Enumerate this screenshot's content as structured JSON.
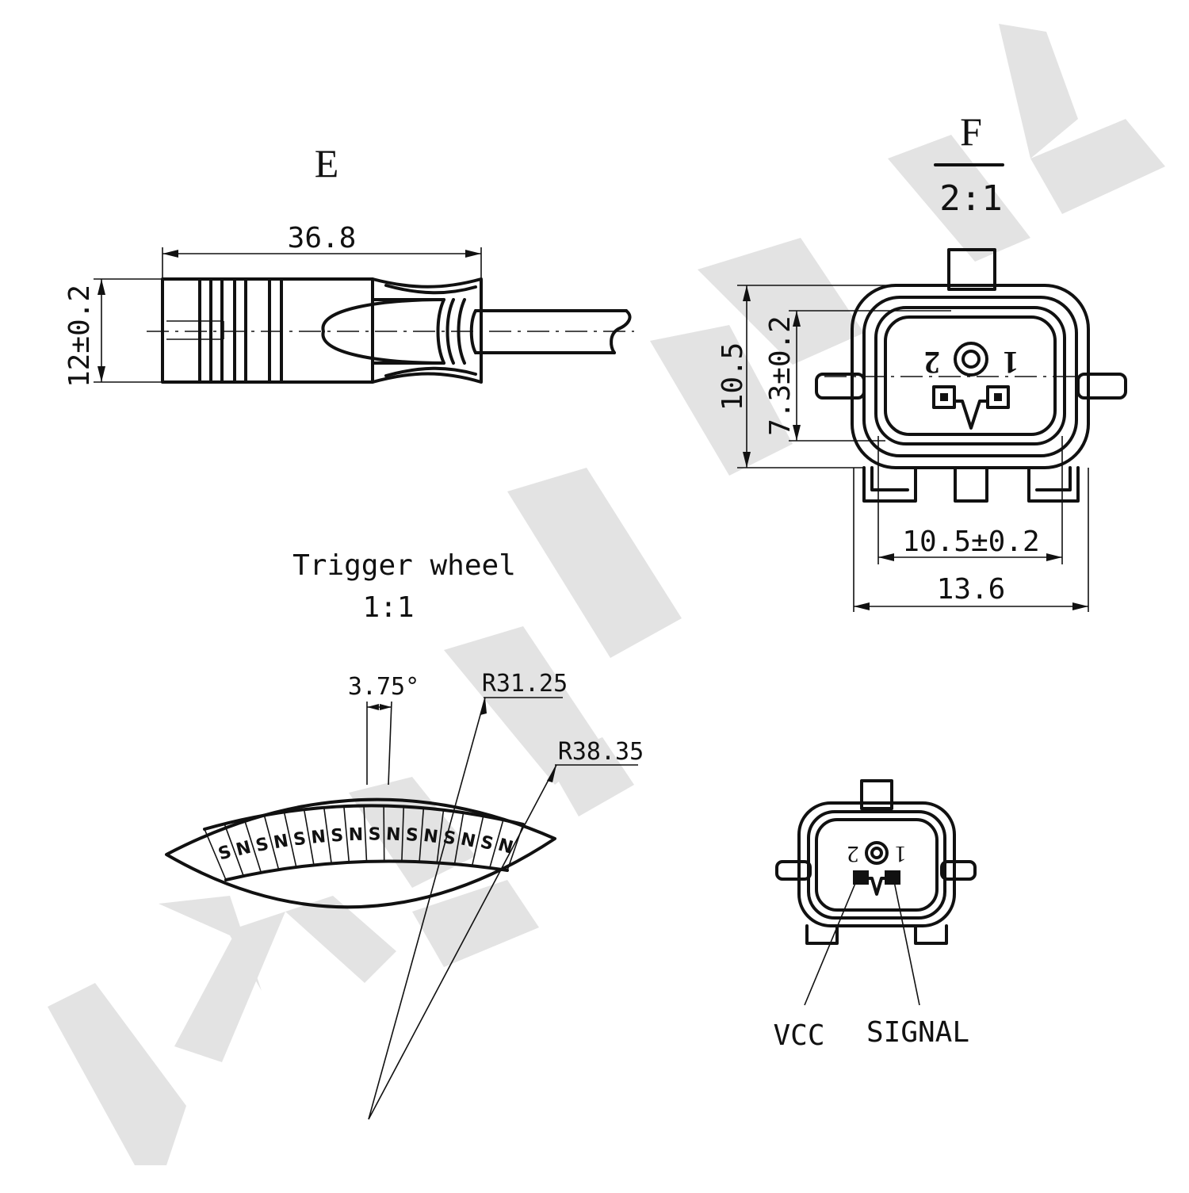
{
  "watermark": {
    "text": "ZENMTEK",
    "color": "#e3e3e3"
  },
  "view_e": {
    "title": "E",
    "dim_length": "36.8",
    "dim_height": "12±0.2"
  },
  "view_f": {
    "title": "F",
    "scale": "2:1",
    "dim_outer_height": "10.5",
    "dim_inner_height": "7.3±0.2",
    "dim_inner_width": "10.5±0.2",
    "dim_outer_width": "13.6",
    "pin_1": "1",
    "pin_2": "2"
  },
  "trigger_wheel": {
    "title": "Trigger wheel",
    "scale": "1:1",
    "dim_angle": "3.75°",
    "dim_inner_radius": "R31.25",
    "dim_outer_radius": "R38.35",
    "poles": [
      "S",
      "N",
      "S",
      "N",
      "S",
      "N",
      "S",
      "N",
      "S",
      "N",
      "S",
      "N",
      "S",
      "N",
      "S",
      "N"
    ]
  },
  "pinout": {
    "pin_1": "1",
    "pin_2": "2",
    "vcc_label": "VCC",
    "signal_label": "SIGNAL"
  }
}
